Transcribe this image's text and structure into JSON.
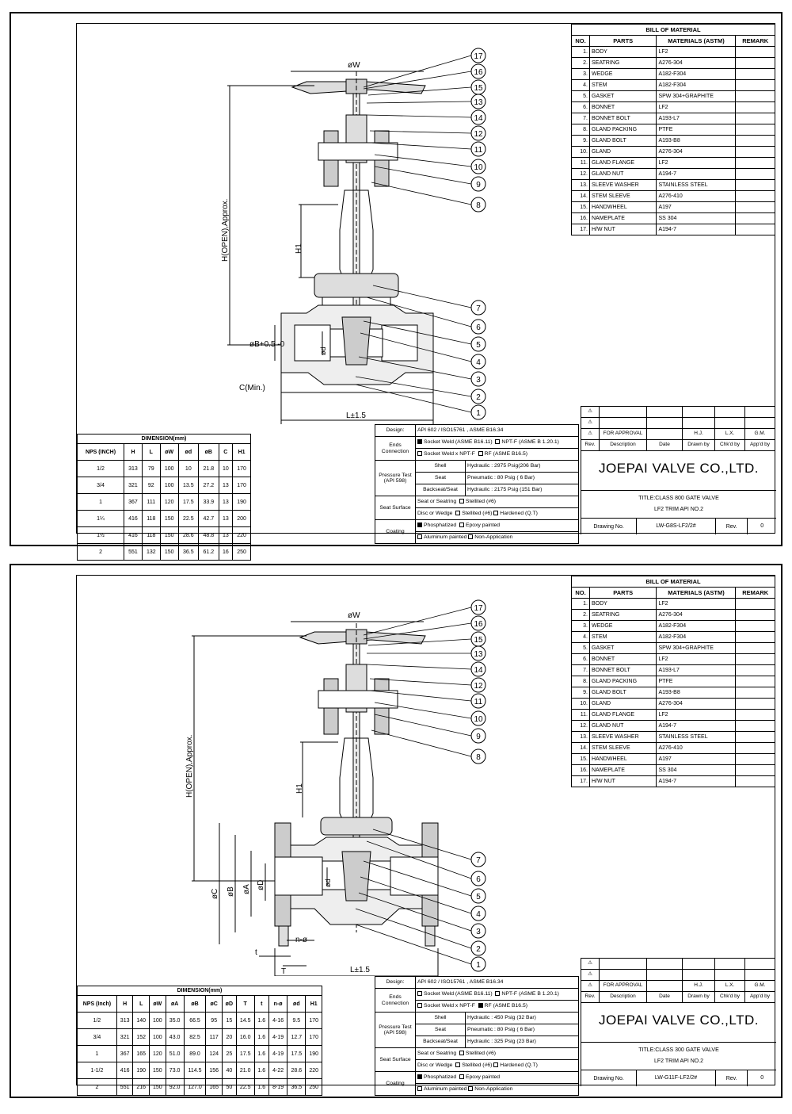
{
  "sheets": [
    {
      "bom": {
        "heading": "BILL OF MATERIAL",
        "cols": [
          "NO.",
          "PARTS",
          "MATERIALS (ASTM)",
          "REMARK"
        ],
        "rows": [
          [
            "1.",
            "BODY",
            "LF2"
          ],
          [
            "2.",
            "SEATRING",
            "A276-304"
          ],
          [
            "3.",
            "WEDGE",
            "A182-F304"
          ],
          [
            "4.",
            "STEM",
            "A182-F304"
          ],
          [
            "5.",
            "GASKET",
            "SPW 304+GRAPHITE"
          ],
          [
            "6.",
            "BONNET",
            "LF2"
          ],
          [
            "7.",
            "BONNET BOLT",
            "A193-L7"
          ],
          [
            "8.",
            "GLAND PACKING",
            "PTFE"
          ],
          [
            "9.",
            "GLAND BOLT",
            "A193-B8"
          ],
          [
            "10.",
            "GLAND",
            "A276-304"
          ],
          [
            "11.",
            "GLAND FLANGE",
            "LF2"
          ],
          [
            "12.",
            "GLAND NUT",
            "A194-7"
          ],
          [
            "13.",
            "SLEEVE WASHER",
            "STAINLESS STEEL"
          ],
          [
            "14.",
            "STEM SLEEVE",
            "A276-410"
          ],
          [
            "15.",
            "HANDWHEEL",
            "A197"
          ],
          [
            "16.",
            "NAMEPLATE",
            "SS 304"
          ],
          [
            "17.",
            "H/W NUT",
            "A194-7"
          ]
        ]
      },
      "drawing": {
        "w": "øW",
        "h": "H(OPEN),Approx.",
        "h1": "H1",
        "b": "øB+0.5 -0",
        "d": "ød",
        "c": "C(Min.)",
        "l": "L±1.5",
        "callouts": [
          "17",
          "16",
          "15",
          "13",
          "14",
          "12",
          "11",
          "10",
          "9",
          "8",
          "7",
          "6",
          "5",
          "4",
          "3",
          "2",
          "1"
        ]
      },
      "dimension": {
        "caption": "DIMENSION(mm)",
        "cols": [
          "NPS (INCH)",
          "H",
          "L",
          "øW",
          "ød",
          "øB",
          "C",
          "H1"
        ],
        "rows": [
          [
            "1/2",
            "313",
            "79",
            "100",
            "10",
            "21.8",
            "10",
            "170"
          ],
          [
            "3/4",
            "321",
            "92",
            "100",
            "13.5",
            "27.2",
            "13",
            "170"
          ],
          [
            "1",
            "367",
            "111",
            "120",
            "17.5",
            "33.9",
            "13",
            "190"
          ],
          [
            "1¼",
            "416",
            "118",
            "150",
            "22.5",
            "42.7",
            "13",
            "200"
          ],
          [
            "1½",
            "416",
            "118",
            "150",
            "28.6",
            "48.8",
            "13",
            "220"
          ],
          [
            "2",
            "551",
            "132",
            "150",
            "36.5",
            "61.2",
            "16",
            "250"
          ]
        ]
      },
      "spec": {
        "design_lbl": "Design:",
        "design": "API 602 / ISO15761 , ASME B16.34",
        "ends_lbl": "Ends Connection",
        "ends": [
          [
            "Socket Weld (ASME B16.11)",
            true
          ],
          [
            "NPT-F (ASME B 1.20.1)",
            false
          ],
          [
            "Socket Weld x NPT-F",
            false
          ],
          [
            "RF (ASME B16.5)",
            false
          ]
        ],
        "pressure_lbl": "Pressure Test (API 598)",
        "shell_lbl": "Shell",
        "shell": "Hydraulic   :  2975 Psig(206 Bar)",
        "seat_lbl": "Seat",
        "seat": "Pneumatic  :  80 Psig ( 6 Bar)",
        "back_lbl": "Backseat/Seat",
        "back": "Hydraulic   :  2175 Psig (151 Bar)",
        "surface_lbl": "Seat Surface",
        "surface1": "Seat or Seatring",
        "surface1b": "Stellited (#6)",
        "surface2": "Disc or Wedge",
        "surface2b": "Stellited (#6)",
        "surface2c": "Hardened (Q.T)",
        "coating_lbl": "Coating",
        "coat1": "Phosphatized",
        "coat1b": "Epoxy painted",
        "coat2": "Aluminum painted",
        "coat2b": "Non-Application"
      },
      "rev": {
        "for_approval": "FOR APPROVAL",
        "hj": "H.J.",
        "lx": "L.X.",
        "gm": "G.M.",
        "cols": [
          "Rev.",
          "Description",
          "Date",
          "Drawn by",
          "Chk'd by",
          "App'd by"
        ]
      },
      "title": {
        "company": "JOEPAI VALVE CO.,LTD.",
        "line1": "TITLE:CLASS 800 GATE VALVE",
        "line2": "LF2 TRIM API NO.2",
        "drawing_lbl": "Drawing No.",
        "drawing_no": "LW-G8S-LF2/2#",
        "rev_lbl": "Rev.",
        "rev_no": "0"
      }
    },
    {
      "bom": {
        "heading": "BILL OF MATERIAL",
        "cols": [
          "NO.",
          "PARTS",
          "MATERIALS (ASTM)",
          "REMARK"
        ],
        "rows": [
          [
            "1.",
            "BODY",
            "LF2"
          ],
          [
            "2.",
            "SEATRING",
            "A276-304"
          ],
          [
            "3.",
            "WEDGE",
            "A182-F304"
          ],
          [
            "4.",
            "STEM",
            "A182-F304"
          ],
          [
            "5.",
            "GASKET",
            "SPW 304+GRAPHITE"
          ],
          [
            "6.",
            "BONNET",
            "LF2"
          ],
          [
            "7.",
            "BONNET BOLT",
            "A193-L7"
          ],
          [
            "8.",
            "GLAND PACKING",
            "PTFE"
          ],
          [
            "9.",
            "GLAND BOLT",
            "A193-B8"
          ],
          [
            "10.",
            "GLAND",
            "A276-304"
          ],
          [
            "11.",
            "GLAND FLANGE",
            "LF2"
          ],
          [
            "12.",
            "GLAND NUT",
            "A194-7"
          ],
          [
            "13.",
            "SLEEVE WASHER",
            "STAINLESS STEEL"
          ],
          [
            "14.",
            "STEM SLEEVE",
            "A276-410"
          ],
          [
            "15.",
            "HANDWHEEL",
            "A197"
          ],
          [
            "16.",
            "NAMEPLATE",
            "SS 304"
          ],
          [
            "17.",
            "H/W NUT",
            "A194-7"
          ]
        ]
      },
      "drawing": {
        "w": "øW",
        "h": "H(OPEN),Approx.",
        "h1": "H1",
        "c": "øC",
        "b": "øB",
        "a": "øA",
        "dd": "øD",
        "d": "ød",
        "n": "n-ø",
        "t": "t",
        "tt": "T",
        "l": "L±1.5",
        "callouts": [
          "17",
          "16",
          "15",
          "13",
          "14",
          "12",
          "11",
          "10",
          "9",
          "8",
          "7",
          "6",
          "5",
          "4",
          "3",
          "2",
          "1"
        ]
      },
      "dimension": {
        "caption": "DIMENSION(mm)",
        "cols": [
          "NPS (Inch)",
          "H",
          "L",
          "øW",
          "øA",
          "øB",
          "øC",
          "øD",
          "T",
          "t",
          "n-ø",
          "ød",
          "H1"
        ],
        "rows": [
          [
            "1/2",
            "313",
            "140",
            "100",
            "35.0",
            "66.5",
            "95",
            "15",
            "14.5",
            "1.6",
            "4-16",
            "9.5",
            "170"
          ],
          [
            "3/4",
            "321",
            "152",
            "100",
            "43.0",
            "82.5",
            "117",
            "20",
            "16.0",
            "1.6",
            "4-19",
            "12.7",
            "170"
          ],
          [
            "1",
            "367",
            "165",
            "120",
            "51.0",
            "89.0",
            "124",
            "25",
            "17.5",
            "1.6",
            "4-19",
            "17.5",
            "190"
          ],
          [
            "1-1/2",
            "416",
            "190",
            "150",
            "73.0",
            "114.5",
            "156",
            "40",
            "21.0",
            "1.6",
            "4-22",
            "28.6",
            "220"
          ],
          [
            "2",
            "551",
            "216",
            "150",
            "92.0",
            "127.0",
            "165",
            "50",
            "22.5",
            "1.6",
            "8-19",
            "36.5",
            "250"
          ]
        ]
      },
      "spec": {
        "design_lbl": "Design:",
        "design": "API 602 / ISO15761 , ASME B16.34",
        "ends_lbl": "Ends Connection",
        "ends": [
          [
            "Socket Weld (ASME B16.11)",
            false
          ],
          [
            "NPT-F (ASME B 1.20.1)",
            false
          ],
          [
            "Socket Weld x NPT-F",
            false
          ],
          [
            "RF (ASME B16.5)",
            true
          ]
        ],
        "pressure_lbl": "Pressure Test (API 598)",
        "shell_lbl": "Shell",
        "shell": "Hydraulic   :  450 Psig (32 Bar)",
        "seat_lbl": "Seat",
        "seat": "Pneumatic  :  80 Psig ( 6 Bar)",
        "back_lbl": "Backseat/Seat",
        "back": "Hydraulic   :  325 Psig (23 Bar)",
        "surface_lbl": "Seat Surface",
        "surface1": "Seat or Seatring",
        "surface1b": "Stellited (#6)",
        "surface2": "Disc or Wedge",
        "surface2b": "Stellited (#6)",
        "surface2c": "Hardened (Q.T)",
        "coating_lbl": "Coating",
        "coat1": "Phosphatized",
        "coat1b": "Epoxy painted",
        "coat2": "Aluminum painted",
        "coat2b": "Non-Application"
      },
      "rev": {
        "for_approval": "FOR APPROVAL",
        "hj": "H.J.",
        "lx": "L.X.",
        "gm": "G.M.",
        "cols": [
          "Rev.",
          "Description",
          "Date",
          "Drawn by",
          "Chk'd by",
          "App'd by"
        ]
      },
      "title": {
        "company": "JOEPAI VALVE CO.,LTD.",
        "line1": "TITLE:CLASS 300 GATE VALVE",
        "line2": "LF2 TRIM API NO.2",
        "drawing_lbl": "Drawing No.",
        "drawing_no": "LW-G11F-LF2/2#",
        "rev_lbl": "Rev.",
        "rev_no": "0"
      }
    }
  ]
}
